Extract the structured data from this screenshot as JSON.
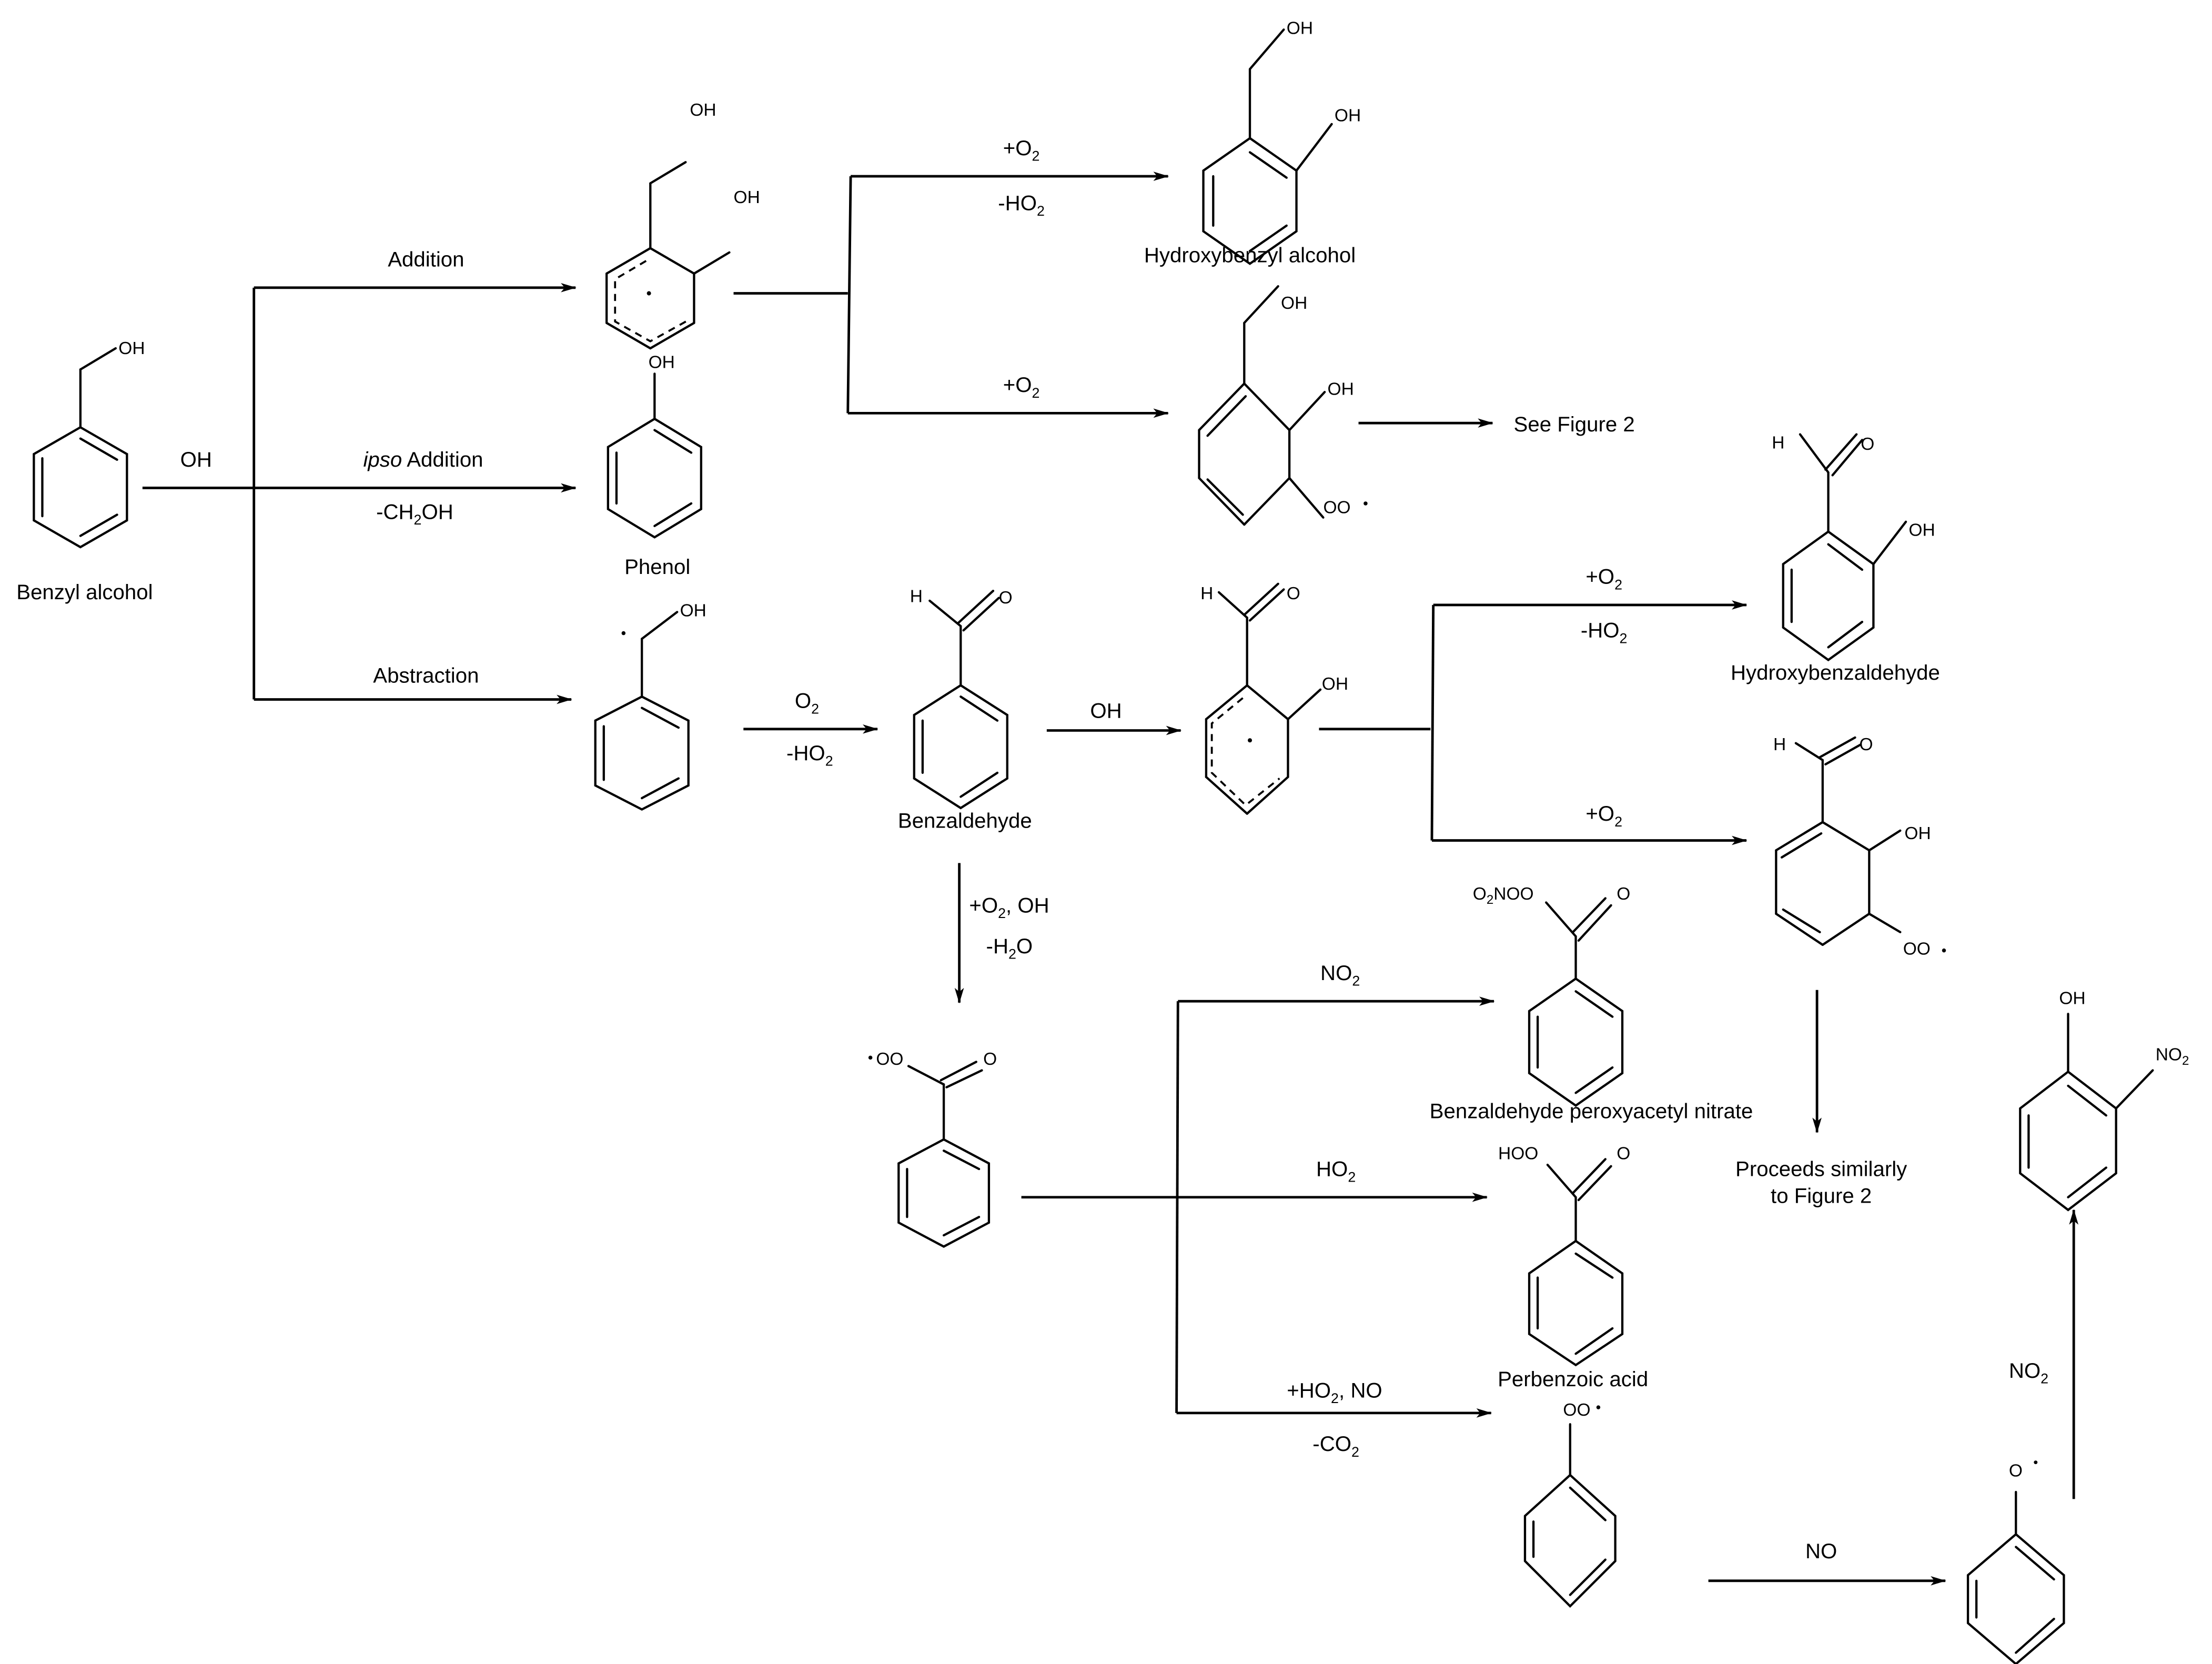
{
  "title": "Benzyl alcohol + OH oxidation mechanism",
  "molecules": {
    "benzyl_alcohol": {
      "name": "Benzyl alcohol",
      "atoms": {
        "oh": "OH"
      }
    },
    "oh_adduct": {
      "atoms": {
        "ch2oh": "OH",
        "oh": "OH"
      }
    },
    "phenol": {
      "name": "Phenol",
      "atoms": {
        "oh": "OH"
      }
    },
    "benzyl_radical": {
      "atoms": {
        "oh": "OH"
      }
    },
    "hydroxybenzyl_alcohol": {
      "name": "Hydroxybenzyl alcohol",
      "atoms": {
        "ch2oh": "OH",
        "oh": "OH"
      }
    },
    "peroxy_adduct_1": {
      "atoms": {
        "ch2oh": "OH",
        "oh": "OH",
        "oo": "OO"
      }
    },
    "see_figure_2": "See Figure 2",
    "benzaldehyde": {
      "name": "Benzaldehyde",
      "atoms": {
        "h": "H",
        "o": "O"
      }
    },
    "benzaldehyde_oh_adduct": {
      "atoms": {
        "h": "H",
        "o": "O",
        "oh": "OH"
      }
    },
    "hydroxybenzaldehyde": {
      "name": "Hydroxybenzaldehyde",
      "atoms": {
        "h": "H",
        "o": "O",
        "oh": "OH"
      }
    },
    "peroxy_adduct_2": {
      "atoms": {
        "h": "H",
        "o": "O",
        "oh": "OH",
        "oo": "OO"
      }
    },
    "proceeds_similarly": [
      "Proceeds similarly",
      "to Figure 2"
    ],
    "benzoylperoxy_radical": {
      "atoms": {
        "oo": "OO",
        "o": "O"
      }
    },
    "peroxyacetyl_nitrate": {
      "name": "Benzaldehyde peroxyacetyl nitrate",
      "atoms": {
        "o2noo_pre": "O",
        "o2noo_sub": "2",
        "o2noo_post": "NOO",
        "o": "O"
      }
    },
    "perbenzoic_acid": {
      "name": "Perbenzoic acid",
      "atoms": {
        "hoo": "HOO",
        "o": "O"
      }
    },
    "phenylperoxy_radical": {
      "atoms": {
        "oo": "OO"
      }
    },
    "phenoxy_radical": {
      "atoms": {
        "o": "O"
      }
    },
    "nitrophenol": {
      "atoms": {
        "oh": "OH",
        "no2_pre": "NO",
        "no2_sub": "2"
      }
    }
  },
  "reactions": {
    "oh_reagent": "OH",
    "addition": "Addition",
    "ipso_italic": "ipso",
    "ipso_rest": " Addition",
    "minus_ch2oh": {
      "pre": "-CH",
      "sub": "2",
      "post": "OH"
    },
    "abstraction": "Abstraction",
    "to_hba_top": {
      "pre": "+O",
      "sub": "2"
    },
    "to_hba_bottom": {
      "pre": "-HO",
      "sub": "2"
    },
    "to_peroxy1_top": {
      "pre": "+O",
      "sub": "2"
    },
    "benzyl_to_bzal_top": {
      "pre": "O",
      "sub": "2"
    },
    "benzyl_to_bzal_bottom": {
      "pre": "-HO",
      "sub": "2"
    },
    "bzal_oh": "OH",
    "to_hbzal_top": {
      "pre": "+O",
      "sub": "2"
    },
    "to_hbzal_bottom": {
      "pre": "-HO",
      "sub": "2"
    },
    "to_peroxy2_top": {
      "pre": "+O",
      "sub": "2"
    },
    "bzal_down_1": {
      "pre": "+O",
      "sub": "2",
      "post": ", OH"
    },
    "bzal_down_2": {
      "pre": "-H",
      "sub": "2",
      "post": "O"
    },
    "to_pan": {
      "pre": "NO",
      "sub": "2"
    },
    "to_pba": {
      "pre": "HO",
      "sub": "2"
    },
    "to_phoo_top": {
      "pre": "+HO",
      "sub": "2",
      "post": ", NO"
    },
    "to_phoo_bottom": {
      "pre": "-CO",
      "sub": "2"
    },
    "to_phenoxy": "NO",
    "to_nitrophenol": {
      "pre": "NO",
      "sub": "2"
    }
  }
}
